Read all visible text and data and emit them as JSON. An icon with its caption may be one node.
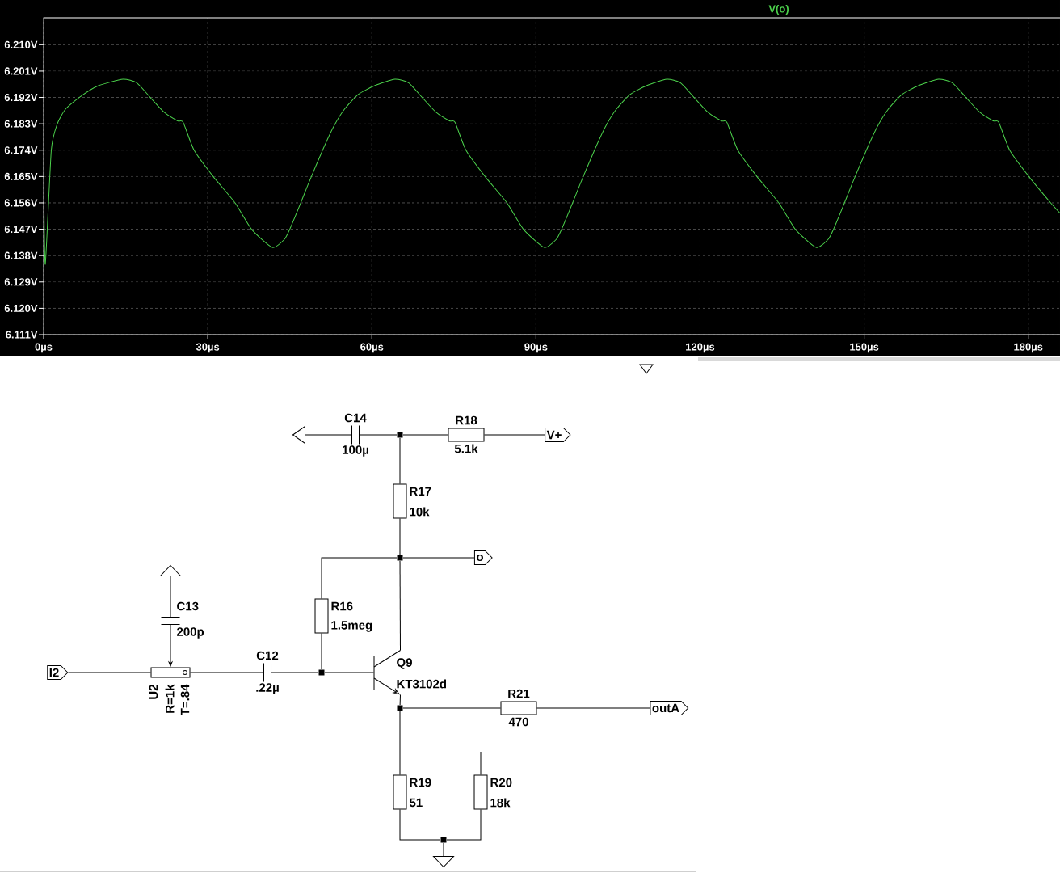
{
  "diagram": {
    "nodes": [
      {
        "text": [],
        "shape": "triangle"
      },
      {
        "text": [
          "C14",
          "100µ"
        ]
      },
      {
        "text": [],
        "shape": "box"
      },
      {
        "text": [
          "R18",
          "5.1k"
        ]
      },
      {
        "text": [
          "V+"
        ]
      },
      {
        "text": [
          "R17",
          "10k"
        ]
      },
      {
        "text": [],
        "shape": "box"
      },
      {
        "text": [
          "o"
        ]
      },
      {
        "text": [],
        "shape": "triangle"
      },
      {
        "text": [
          "C13",
          "200p"
        ]
      },
      {
        "text": [
          "I2"
        ]
      },
      {
        "text": [
          "U2",
          "R=1k",
          "T=.84"
        ]
      },
      {
        "text": [
          "C12",
          ".22µ"
        ]
      },
      {
        "text": [],
        "shape": "box"
      },
      {
        "text": [
          "R16",
          "1.5meg"
        ]
      },
      {
        "text": [
          "Q9",
          "KT3102d"
        ]
      },
      {
        "text": [],
        "shape": "box"
      },
      {
        "text": [
          "R21",
          "470"
        ]
      },
      {
        "text": [
          "outA"
        ]
      },
      {
        "text": [
          "R19",
          "51"
        ]
      },
      {
        "text": [
          "R20",
          "18k"
        ]
      },
      {
        "text": [],
        "shape": "box"
      },
      {
        "text": [],
        "shape": "triangle"
      }
    ],
    "edges": [
      {
        "from": 0,
        "to": 1,
        "arrow": "none"
      },
      {
        "from": 1,
        "to": 2,
        "arrow": "none"
      },
      {
        "from": 2,
        "to": 3,
        "arrow": "none"
      },
      {
        "from": 3,
        "to": 4,
        "arrow": "none"
      },
      {
        "from": 2,
        "to": 5,
        "arrow": "none"
      },
      {
        "from": 5,
        "to": 6,
        "arrow": "none"
      },
      {
        "from": 6,
        "to": 7,
        "arrow": "none"
      },
      {
        "from": 6,
        "to": 14,
        "arrow": "none"
      },
      {
        "from": 6,
        "to": 15,
        "arrow": "none"
      },
      {
        "from": 8,
        "to": 9,
        "arrow": "none"
      },
      {
        "from": 9,
        "to": 11,
        "arrow": "to"
      },
      {
        "from": 10,
        "to": 11,
        "arrow": "none"
      },
      {
        "from": 11,
        "to": 12,
        "arrow": "none"
      },
      {
        "from": 12,
        "to": 13,
        "arrow": "none"
      },
      {
        "from": 13,
        "to": 14,
        "arrow": "none"
      },
      {
        "from": 13,
        "to": 15,
        "arrow": "none"
      },
      {
        "from": 15,
        "to": 16,
        "arrow": "none"
      },
      {
        "from": 16,
        "to": 17,
        "arrow": "none"
      },
      {
        "from": 17,
        "to": 18,
        "arrow": "none"
      },
      {
        "from": 16,
        "to": 19,
        "arrow": "none"
      },
      {
        "from": 19,
        "to": 21,
        "arrow": "none"
      },
      {
        "from": 20,
        "to": 21,
        "arrow": "none"
      },
      {
        "from": 21,
        "to": 22,
        "arrow": "none"
      }
    ],
    "chart_data": {
      "type": "line",
      "grid": true,
      "x": [
        0,
        0.3,
        1.4,
        2.5,
        4,
        6.5,
        10,
        14.5,
        17,
        19.5,
        22,
        24.5,
        25.5,
        27.5,
        31,
        35,
        38,
        41.8,
        44,
        45,
        47,
        48.5,
        51,
        53,
        55,
        57.5,
        60.5,
        64.2,
        66.7,
        69.2,
        71.7,
        74.2,
        75.2,
        77.2,
        80.7,
        84.7,
        87.7,
        91.5,
        93.7,
        94.7,
        96.7,
        98.2,
        100.7,
        102.7,
        104.7,
        107.2,
        110.2,
        113.9,
        116.4,
        118.9,
        121.4,
        123.9,
        124.9,
        126.9,
        130.4,
        134.4,
        137.4,
        141.2,
        143.4,
        144.4,
        146.4,
        147.9,
        150.4,
        152.4,
        154.4,
        156.9,
        159.9,
        163.6,
        166.1,
        168.6,
        171.1,
        173.6,
        174.6,
        176.6,
        180.1,
        184.1,
        185.8
      ],
      "series": [
        {
          "name": "V(o)",
          "color": "#4cd24c",
          "values": [
            6.165,
            6.135,
            6.174,
            6.183,
            6.188,
            6.192,
            6.196,
            6.1982,
            6.197,
            6.192,
            6.187,
            6.184,
            6.1835,
            6.174,
            6.165,
            6.156,
            6.147,
            6.1408,
            6.1435,
            6.147,
            6.156,
            6.163,
            6.174,
            6.182,
            6.188,
            6.193,
            6.196,
            6.1982,
            6.197,
            6.192,
            6.187,
            6.184,
            6.1835,
            6.174,
            6.165,
            6.156,
            6.147,
            6.1408,
            6.1435,
            6.147,
            6.156,
            6.163,
            6.174,
            6.182,
            6.188,
            6.193,
            6.196,
            6.1982,
            6.197,
            6.192,
            6.187,
            6.184,
            6.1835,
            6.174,
            6.165,
            6.156,
            6.147,
            6.1408,
            6.1435,
            6.147,
            6.156,
            6.163,
            6.174,
            6.182,
            6.188,
            6.193,
            6.196,
            6.1982,
            6.197,
            6.192,
            6.187,
            6.184,
            6.1835,
            6.174,
            6.165,
            6.156,
            6.1525
          ]
        }
      ],
      "xlim": [
        0,
        185.8
      ],
      "ylim": [
        6.111,
        6.2192
      ],
      "xticks": [
        {
          "value": 0,
          "label": "0µs"
        },
        {
          "value": 30,
          "label": "30µs"
        },
        {
          "value": 60,
          "label": "60µs"
        },
        {
          "value": 90,
          "label": "90µs"
        },
        {
          "value": 120,
          "label": "120µs"
        },
        {
          "value": 150,
          "label": "150µs"
        },
        {
          "value": 180,
          "label": "180µs"
        }
      ],
      "yticks": [
        {
          "value": 6.111,
          "label": "6.111V"
        },
        {
          "value": 6.12,
          "label": "6.120V"
        },
        {
          "value": 6.129,
          "label": "6.129V"
        },
        {
          "value": 6.138,
          "label": "6.138V"
        },
        {
          "value": 6.147,
          "label": "6.147V"
        },
        {
          "value": 6.156,
          "label": "6.156V"
        },
        {
          "value": 6.165,
          "label": "6.165V"
        },
        {
          "value": 6.174,
          "label": "6.174V"
        },
        {
          "value": 6.183,
          "label": "6.183V"
        },
        {
          "value": 6.192,
          "label": "6.192V"
        },
        {
          "value": 6.201,
          "label": "6.201V"
        },
        {
          "value": 6.21,
          "label": "6.210V"
        }
      ]
    }
  }
}
